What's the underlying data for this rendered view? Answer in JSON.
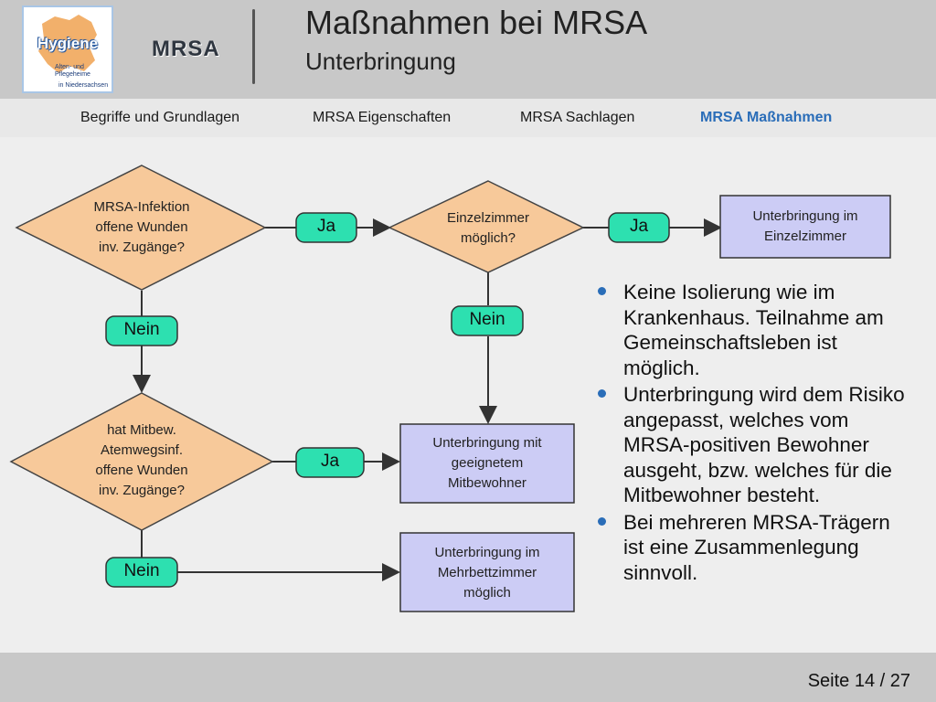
{
  "header": {
    "logo_word": "Hygiene",
    "logo_line1": "Alten- und",
    "logo_line2": "Pflegeheime",
    "logo_line3": "in Niedersachsen",
    "brand": "MRSA",
    "title": "Maßnahmen bei MRSA",
    "subtitle": "Unterbringung"
  },
  "nav": {
    "items": [
      {
        "label": "Begriffe und Grundlagen"
      },
      {
        "label": "MRSA Eigenschaften"
      },
      {
        "label": "MRSA Sachlagen"
      },
      {
        "label": "MRSA Maßnahmen",
        "active": true
      }
    ]
  },
  "flow": {
    "decision1": [
      "MRSA-Infektion",
      "offene Wunden",
      "inv. Zugänge?"
    ],
    "decision2": [
      "Einzelzimmer",
      "möglich?"
    ],
    "decision3": [
      "hat Mitbew.",
      "Atemwegsinf.",
      "offene Wunden",
      "inv. Zugänge?"
    ],
    "yes": "Ja",
    "no": "Nein",
    "result1": [
      "Unterbringung im",
      "Einzelzimmer"
    ],
    "result2": [
      "Unterbringung mit",
      "geeignetem",
      "Mitbewohner"
    ],
    "result3": [
      "Unterbringung im",
      "Mehrbettzimmer",
      "möglich"
    ]
  },
  "bullets": [
    "Keine Isolierung wie im Krankenhaus. Teilnahme am Gemeinschaftsleben ist möglich.",
    "Unterbringung wird dem Risiko angepasst, welches vom MRSA-positiven Bewohner ausgeht, bzw. welches für die Mitbewohner besteht.",
    "Bei mehreren MRSA-Trägern ist eine Zusammenlegung sinnvoll."
  ],
  "footer": {
    "page": "Seite 14 / 27"
  },
  "colors": {
    "decision_fill": "#f7c99a",
    "pill_fill": "#2de0b0",
    "result_fill": "#ccccf5",
    "accent": "#2a6db8"
  }
}
